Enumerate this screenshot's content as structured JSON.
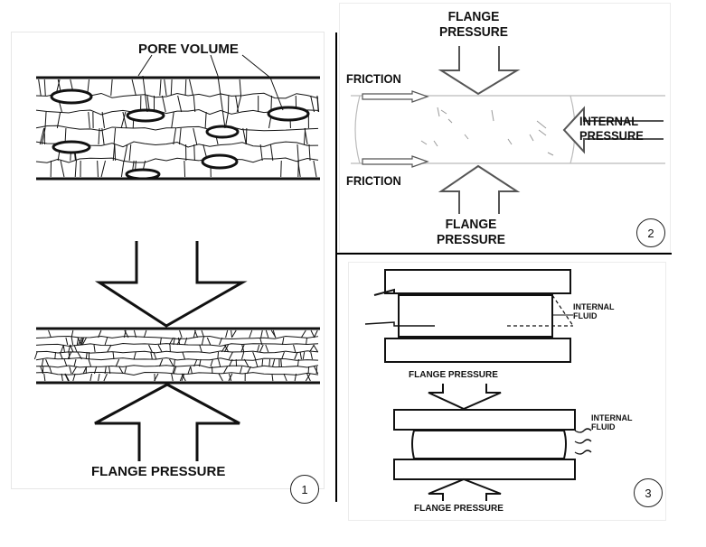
{
  "panel1": {
    "pore_label": "PORE VOLUME",
    "flange_label": "FLANGE PRESSURE",
    "badge": "1"
  },
  "panel2": {
    "flange_top": "FLANGE\nPRESSURE",
    "friction_top": "FRICTION",
    "friction_bottom": "FRICTION",
    "internal": "INTERNAL\nPRESSURE",
    "flange_bottom": "FLANGE\nPRESSURE",
    "badge": "2"
  },
  "panel3": {
    "internal_fluid_1": "INTERNAL\nFLUID",
    "flange_mid": "FLANGE PRESSURE",
    "internal_fluid_2": "INTERNAL\nFLUID",
    "flange_bottom": "FLANGE PRESSURE",
    "badge": "3"
  }
}
